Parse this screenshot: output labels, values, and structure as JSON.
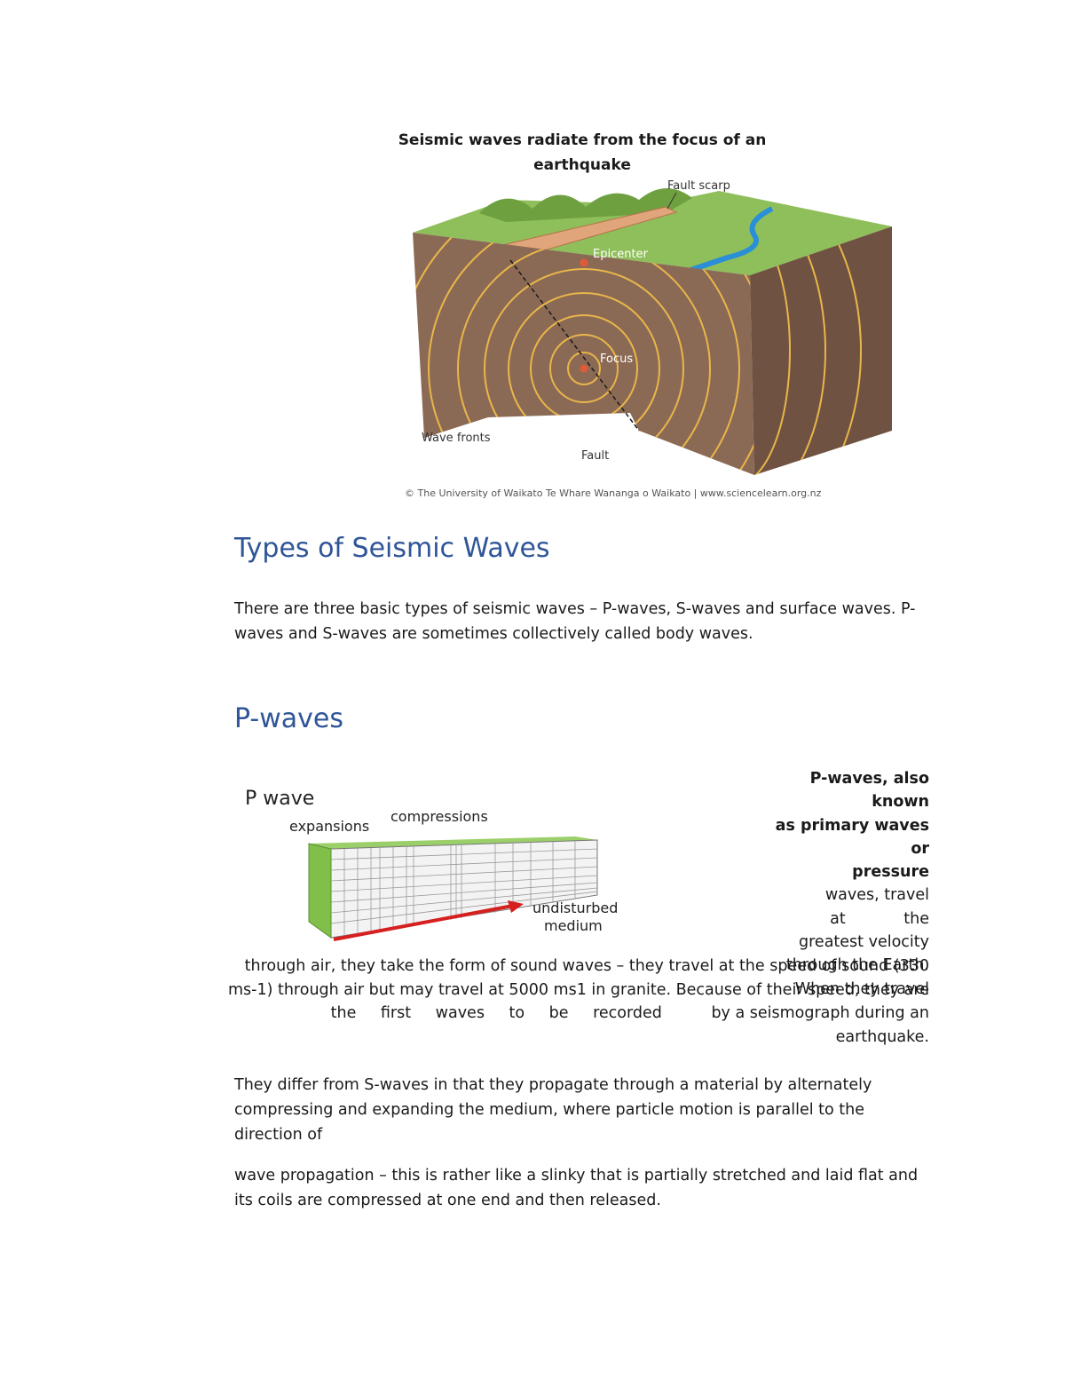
{
  "figure": {
    "title_line1": "Seismic waves radiate from the focus of an",
    "title_line2": "earthquake",
    "labels": {
      "fault_scarp": "Fault scarp",
      "epicenter": "Epicenter",
      "focus": "Focus",
      "wave_fronts": "Wave fronts",
      "fault": "Fault"
    },
    "credit": "© The University of Waikato Te Whare Wananga o Waikato | www.sciencelearn.org.nz"
  },
  "section1": {
    "heading": "Types of Seismic Waves",
    "para_line1": "There are three basic types of seismic waves – P-waves, S-waves and surface waves. P-",
    "para_line2": "waves and S-waves are sometimes collectively called body waves."
  },
  "section2": {
    "heading": "P-waves",
    "diagram": {
      "title": "P wave",
      "expansions": "expansions",
      "compressions": "compressions",
      "undisturbed1": "undisturbed",
      "undisturbed2": "medium"
    },
    "right_lines": [
      "P-waves, also known",
      "as primary waves or",
      "pressure",
      "waves, travel",
      "at the",
      "greatest velocity",
      "through the Earth.",
      "When they travel"
    ],
    "wrap_line1": "through air, they take the form of sound waves – they travel at the speed of sound (330",
    "wrap_line2": "ms-1) through air but may travel at 5000 ms1 in granite. Because of their speed, they are",
    "wrap_line3a": "the first waves to be recorded",
    "wrap_line3b": "by a seismograph during an",
    "wrap_line4": "earthquake.",
    "para2_line1": "They differ from S-waves in that they propagate through a material by alternately",
    "para2_line2": "compressing and expanding the medium, where particle motion is parallel to the",
    "para2_line3": "direction of",
    "para3_line1": "wave propagation – this is rather like a slinky that is partially stretched and laid flat and",
    "para3_line2": "its coils are compressed at one end and then released."
  },
  "colors": {
    "heading": "#2f5597",
    "earth": "#8b6a55",
    "ground": "#8fbf5a",
    "wavefront": "#e8b64a",
    "river": "#2a8fd6",
    "arrow": "#d62020"
  }
}
